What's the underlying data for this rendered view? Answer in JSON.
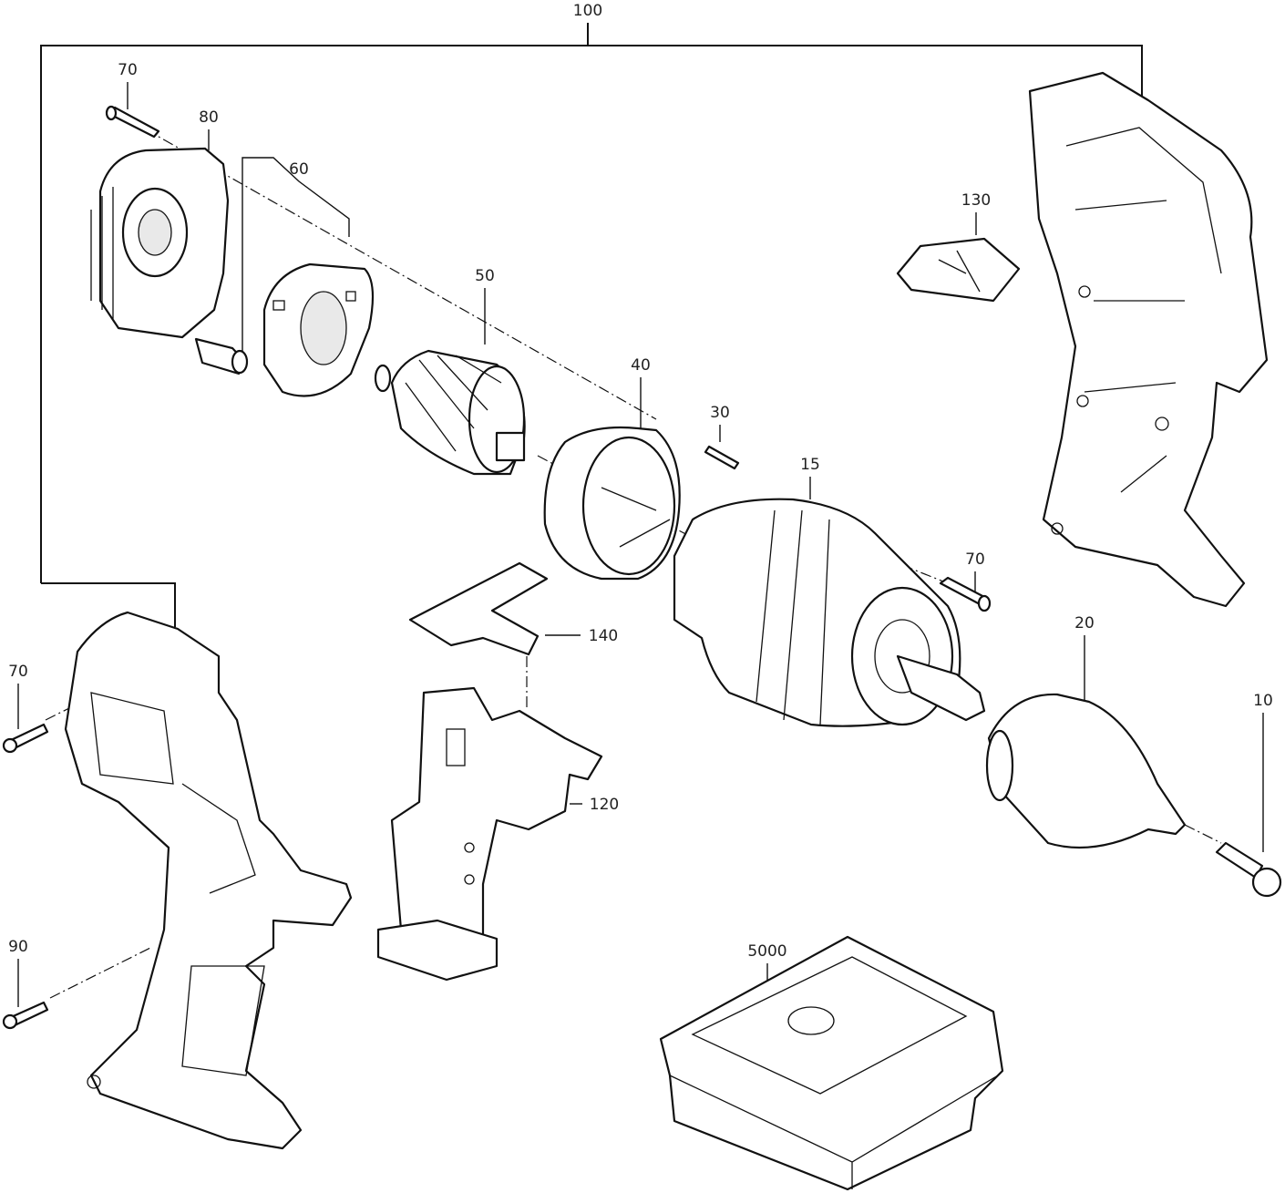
{
  "diagram": {
    "title": "Exploded parts diagram",
    "callouts": {
      "assembly_100": "100",
      "screw_70_top": "70",
      "motor_cover_80": "80",
      "brush_plate_60": "60",
      "armature_50": "50",
      "magnet_ring_40": "40",
      "pin_30": "30",
      "gearbox_15": "15",
      "screw_70_gearbox": "70",
      "slide_130": "130",
      "chuck_20": "20",
      "screw_10": "10",
      "switch_lever_140": "140",
      "switch_120": "120",
      "screw_70_left": "70",
      "screw_90": "90",
      "case_5000": "5000"
    }
  }
}
